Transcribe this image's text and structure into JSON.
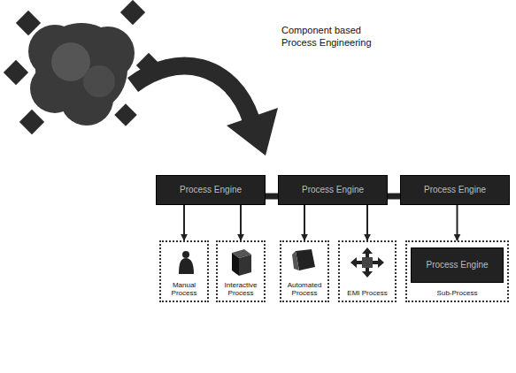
{
  "diagram": {
    "nodes": [
      {
        "text": [
          "Process Engine"
        ]
      },
      {
        "text": [
          "Process Engine"
        ]
      },
      {
        "text": [
          "Process Engine"
        ]
      },
      {
        "text": [
          "Manual Process"
        ]
      },
      {
        "text": [
          "Interactive Process"
        ]
      },
      {
        "text": [
          "Automated Process"
        ]
      },
      {
        "text": [
          "EMI Process"
        ]
      },
      {
        "text": [
          "Sub-Process"
        ]
      },
      {
        "text": [
          "Process Engine"
        ],
        "in": 7
      }
    ],
    "edges": [
      {
        "from": 0,
        "to": 1,
        "arrow": "none"
      },
      {
        "from": 1,
        "to": 2,
        "arrow": "none"
      },
      {
        "from": 0,
        "to": 3,
        "arrow": "to"
      },
      {
        "from": 0,
        "to": 4,
        "arrow": "to"
      },
      {
        "from": 1,
        "to": 5,
        "arrow": "to"
      },
      {
        "from": 1,
        "to": 6,
        "arrow": "to"
      },
      {
        "from": 2,
        "to": 7,
        "arrow": "to"
      }
    ],
    "labels": [
      "Component based Process Engineering"
    ]
  }
}
